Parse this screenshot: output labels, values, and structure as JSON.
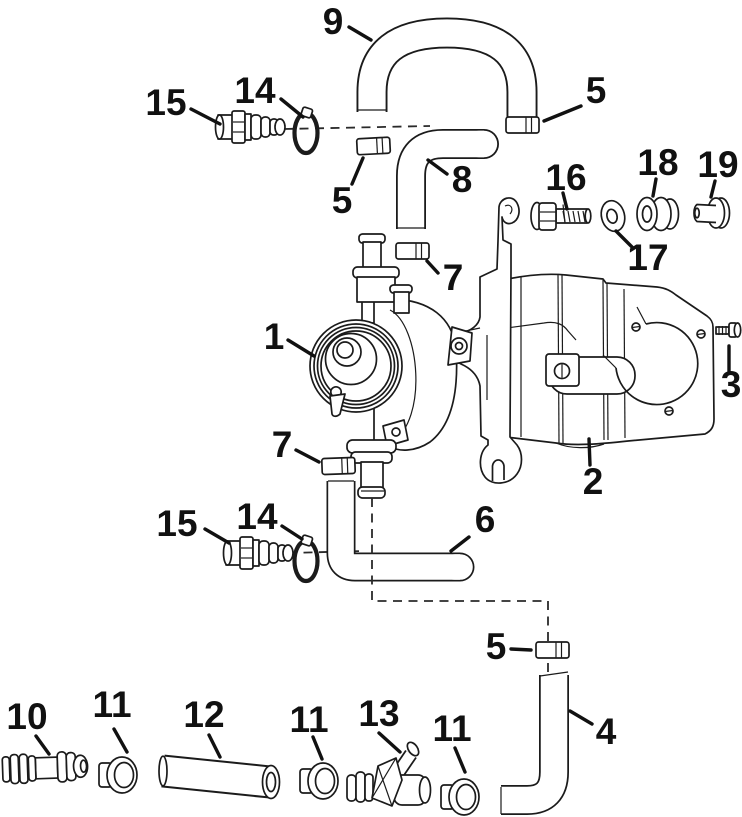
{
  "diagram": {
    "background_color": "#ffffff",
    "line_color": "#1b1b1b",
    "label_color": "#111111",
    "callouts": [
      {
        "number": "9",
        "part": "hose"
      },
      {
        "number": "15",
        "part": "hose-fitting"
      },
      {
        "number": "14",
        "part": "hose-clamp"
      },
      {
        "number": "5",
        "part": "clamp-sleeve"
      },
      {
        "number": "5",
        "part": "clamp-sleeve"
      },
      {
        "number": "8",
        "part": "hose"
      },
      {
        "number": "16",
        "part": "flange-bolt"
      },
      {
        "number": "18",
        "part": "grommet"
      },
      {
        "number": "19",
        "part": "bushing"
      },
      {
        "number": "17",
        "part": "washer"
      },
      {
        "number": "7",
        "part": "clamp-sleeve"
      },
      {
        "number": "1",
        "part": "fuel-pump"
      },
      {
        "number": "2",
        "part": "mounting-bracket"
      },
      {
        "number": "3",
        "part": "screw"
      },
      {
        "number": "7",
        "part": "clamp-sleeve"
      },
      {
        "number": "15",
        "part": "hose-fitting"
      },
      {
        "number": "14",
        "part": "hose-clamp"
      },
      {
        "number": "6",
        "part": "hose"
      },
      {
        "number": "5",
        "part": "clamp-sleeve"
      },
      {
        "number": "4",
        "part": "hose"
      },
      {
        "number": "10",
        "part": "hose-fitting"
      },
      {
        "number": "11",
        "part": "cap"
      },
      {
        "number": "12",
        "part": "tube"
      },
      {
        "number": "11",
        "part": "cap"
      },
      {
        "number": "13",
        "part": "check-valve"
      },
      {
        "number": "11",
        "part": "cap"
      }
    ]
  }
}
